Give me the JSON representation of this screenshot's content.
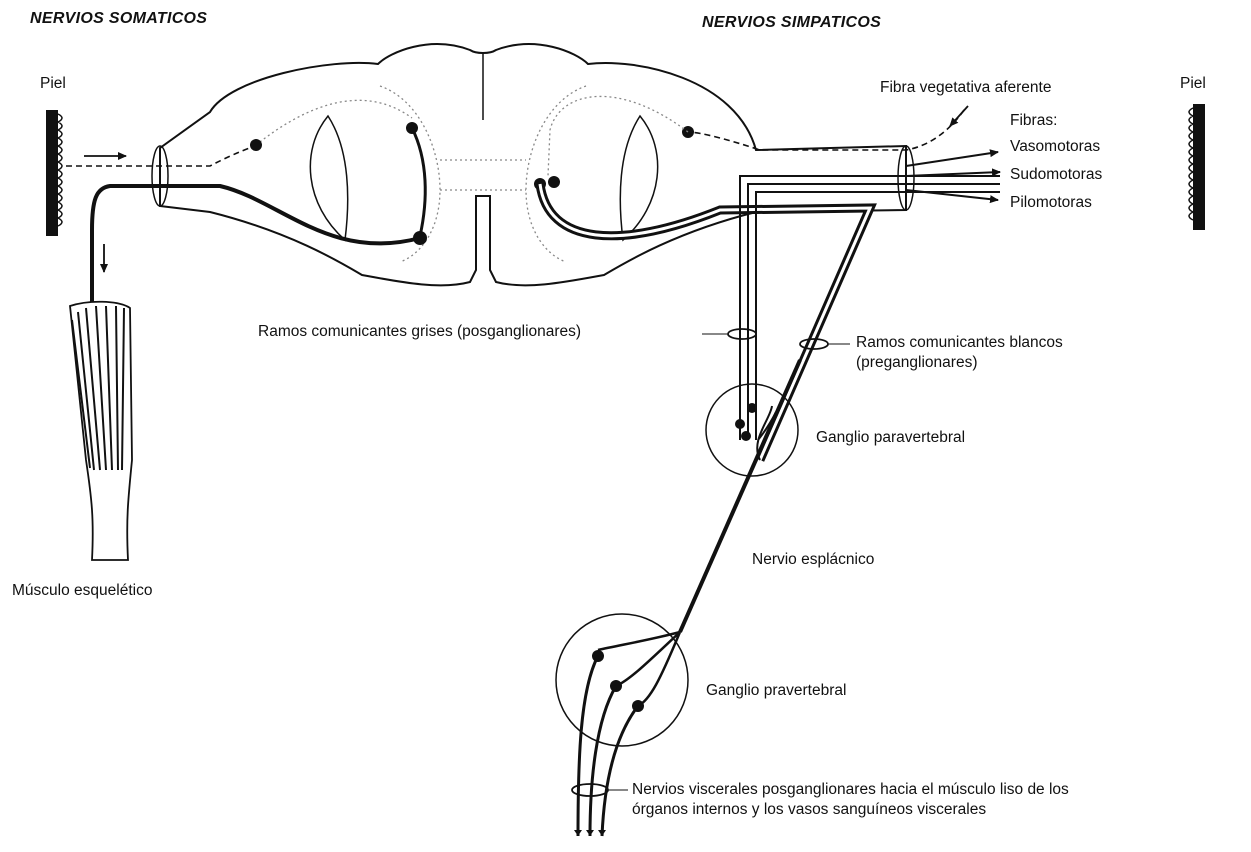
{
  "headers": {
    "somatic": "NERVIOS SOMATICOS",
    "sympathetic": "NERVIOS SIMPATICOS"
  },
  "labels": {
    "skin_left": "Piel",
    "skin_right": "Piel",
    "skeletal_muscle": "Músculo esquelético",
    "afferent_fiber": "Fibra vegetativa aferente",
    "fibers_title": "Fibras:",
    "vasomotor": "Vasomotoras",
    "sudomotor": "Sudomotoras",
    "pilomotor": "Pilomotoras",
    "gray_rami": "Ramos comunicantes grises (posganglionares)",
    "white_rami": "Ramos comunicantes blancos\n(preganglionares)",
    "paravertebral_ganglion": "Ganglio paravertebral",
    "splanchnic_nerve": "Nervio esplácnico",
    "prevertebral_ganglion": "Ganglio pravertebral",
    "visceral_nerves": "Nervios viscerales posganglionares hacia el músculo liso de los\nórganos internos y los vasos sanguíneos viscerales"
  },
  "colors": {
    "ink": "#111111",
    "dotted": "#888888",
    "background": "#ffffff"
  }
}
